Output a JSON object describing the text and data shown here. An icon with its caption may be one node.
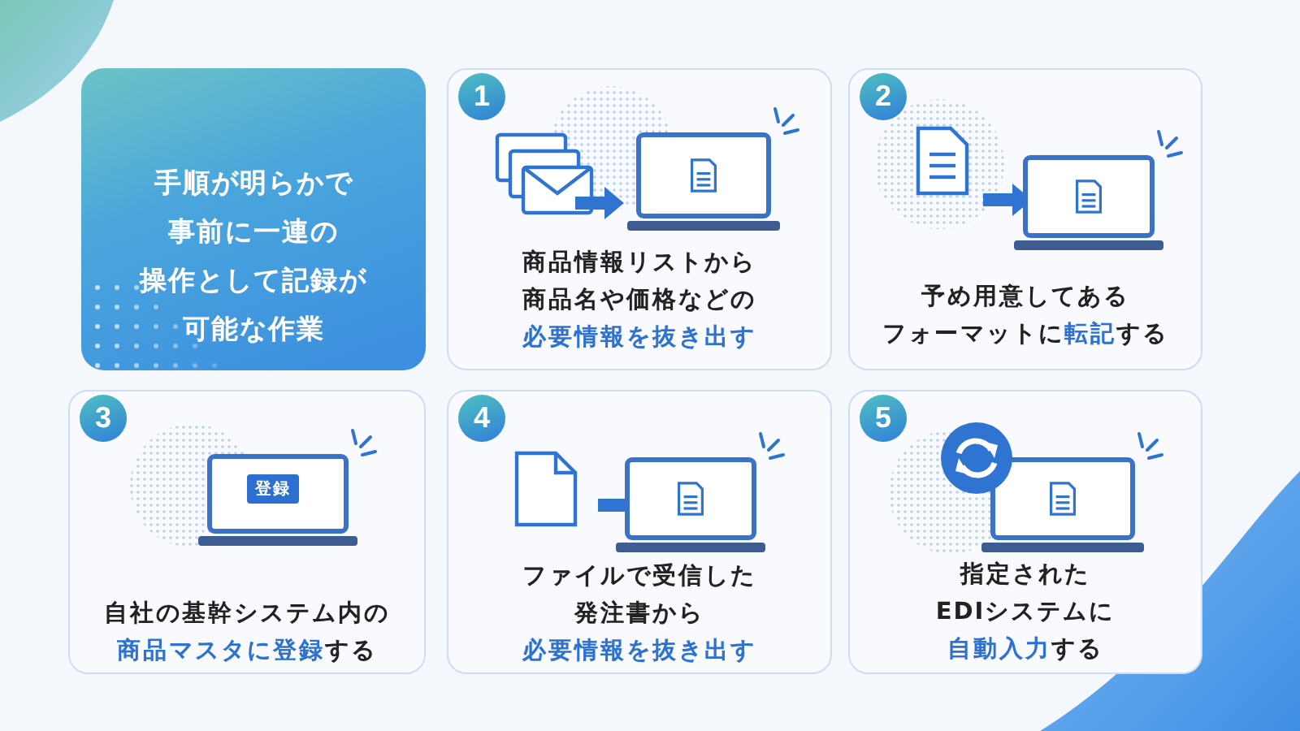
{
  "diagram": {
    "nodes": [
      {
        "text": [
          "手順が明らかで事前に一連の操作として記録が可能な作業"
        ]
      },
      {
        "text": [
          "1",
          "商品情報リストから商品名や価格などの**必要情報を抜き出す**"
        ]
      },
      {
        "text": [
          "2",
          "予め用意してあるフォーマットに**転記**する"
        ]
      },
      {
        "text": [
          "3",
          "自社の基幹システム内の**商品マスタに登録**する"
        ]
      },
      {
        "text": [
          "4",
          "ファイルで受信した発注書から**必要情報を抜き出す**"
        ]
      },
      {
        "text": [
          "5",
          "指定されたEDIシステムに**自動入力**する"
        ]
      }
    ],
    "labels": [
      "登録"
    ]
  }
}
